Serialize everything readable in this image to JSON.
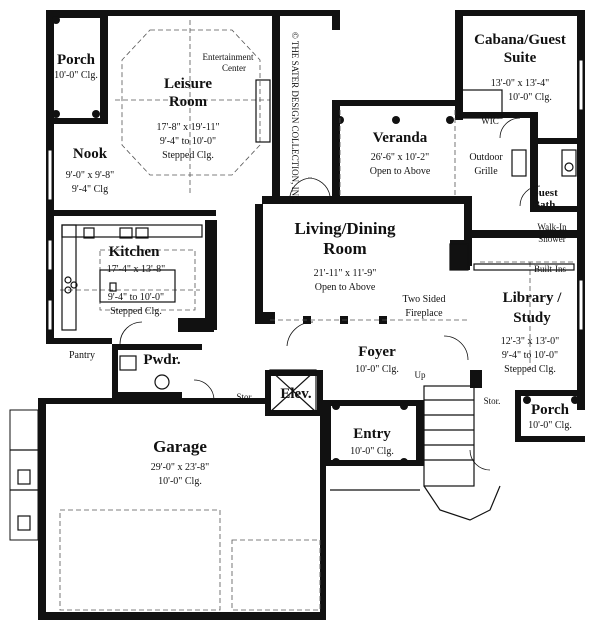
{
  "plan": {
    "watermark": "© THE SATER DESIGN COLLECTION, INC.",
    "rooms": {
      "porch_left": {
        "name": "Porch",
        "dims": [
          "10'-0\" Clg."
        ]
      },
      "leisure": {
        "name": "Leisure Room",
        "dims": [
          "17'-8\" x 19'-11\"",
          "9'-4\" to 10'-0\"",
          "Stepped Clg."
        ]
      },
      "entertainment": {
        "name": "Entertainment Center"
      },
      "nook": {
        "name": "Nook",
        "dims": [
          "9'-0\" x 9'-8\"",
          "9'-4\" Clg"
        ]
      },
      "veranda": {
        "name": "Veranda",
        "dims": [
          "26'-6\" x 10'-2\"",
          "Open to Above"
        ]
      },
      "cabana": {
        "name": "Cabana/Guest Suite",
        "dims": [
          "13'-0\" x 13'-4\"",
          "10'-0\" Clg."
        ]
      },
      "wic": {
        "name": "WIC"
      },
      "outdoor_grille": {
        "name": "Outdoor Grille"
      },
      "guest_bath": {
        "name": "Guest Bath"
      },
      "walkin_shower": {
        "name": "Walk-In Shower"
      },
      "living": {
        "name": "Living/Dining Room",
        "dims": [
          "21'-11\" x 11'-9\"",
          "Open to Above"
        ]
      },
      "kitchen": {
        "name": "Kitchen",
        "dims": [
          "17'-4\" x 13'-8\"",
          "9'-4\" to 10'-0\"",
          "Stepped Clg."
        ]
      },
      "fireplace": {
        "name": "Two Sided Fireplace"
      },
      "builtins": {
        "name": "Built-Ins"
      },
      "library": {
        "name": "Library / Study",
        "dims": [
          "12'-3\" x 13'-0\"",
          "9'-4\" to 10'-0\"",
          "Stepped Clg."
        ]
      },
      "pantry": {
        "name": "Pantry"
      },
      "pwdr": {
        "name": "Pwdr."
      },
      "foyer": {
        "name": "Foyer",
        "dims": [
          "10'-0\" Clg."
        ]
      },
      "stor_left": {
        "name": "Stor"
      },
      "elev": {
        "name": "Elev."
      },
      "up": {
        "name": "Up"
      },
      "stor_right": {
        "name": "Stor."
      },
      "porch_right": {
        "name": "Porch",
        "dims": [
          "10'-0\" Clg."
        ]
      },
      "entry": {
        "name": "Entry",
        "dims": [
          "10'-0\" Clg."
        ]
      },
      "garage": {
        "name": "Garage",
        "dims": [
          "29'-0\" x 23'-8\"",
          "10'-0\" Clg."
        ]
      }
    }
  }
}
